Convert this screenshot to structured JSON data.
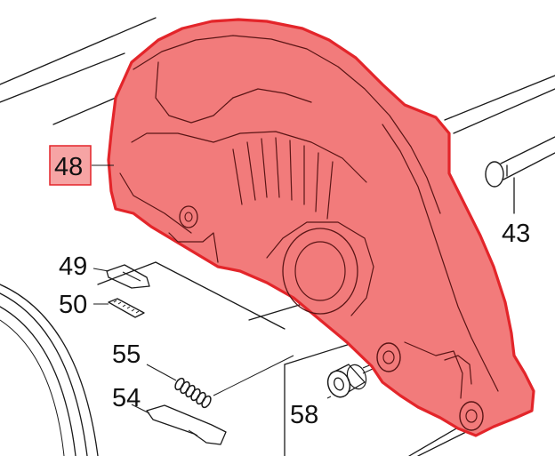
{
  "diagram": {
    "highlight_color": "#f27b7b",
    "highlight_edge_color": "#e3252a",
    "callouts": [
      {
        "id": "48",
        "label": "48",
        "highlighted": true
      },
      {
        "id": "43",
        "label": "43"
      },
      {
        "id": "49",
        "label": "49"
      },
      {
        "id": "50",
        "label": "50"
      },
      {
        "id": "55",
        "label": "55"
      },
      {
        "id": "54",
        "label": "54"
      },
      {
        "id": "58",
        "label": "58"
      }
    ]
  }
}
